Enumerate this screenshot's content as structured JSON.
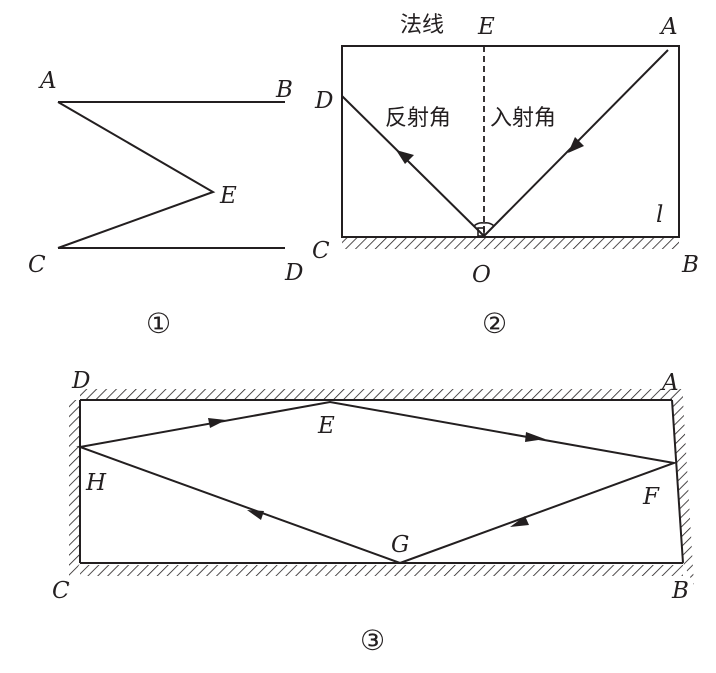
{
  "fig1": {
    "label_A": "A",
    "label_B": "B",
    "label_C": "C",
    "label_D": "D",
    "label_E": "E",
    "caption": "①"
  },
  "fig2": {
    "label_normal": "法线",
    "label_E": "E",
    "label_A": "A",
    "label_D": "D",
    "label_reflect_angle": "反射角",
    "label_incident_angle": "入射角",
    "label_l": "l",
    "label_C": "C",
    "label_O": "O",
    "label_B": "B",
    "caption": "②"
  },
  "fig3": {
    "label_D": "D",
    "label_A": "A",
    "label_E": "E",
    "label_H": "H",
    "label_F": "F",
    "label_G": "G",
    "label_C": "C",
    "label_B": "B",
    "caption": "③"
  }
}
